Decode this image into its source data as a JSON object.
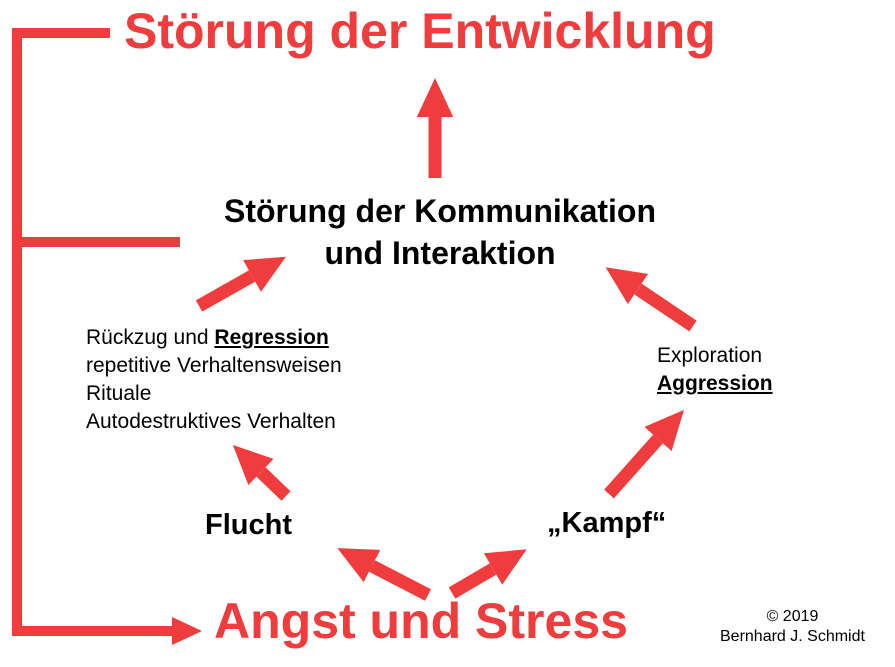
{
  "colors": {
    "accent": "#f03c3c",
    "text": "#000000",
    "background": "#ffffff"
  },
  "title_top": "Störung der Entwicklung",
  "title_bottom": "Angst und Stress",
  "center": {
    "line1": "Störung der Kommunikation",
    "line2": "und Interaktion"
  },
  "nodes": {
    "flucht": "Flucht",
    "kampf": "„Kampf“"
  },
  "left_list": {
    "prefix": "Rückzug und ",
    "bold": "Regression",
    "items": [
      "repetitive Verhaltensweisen",
      "Rituale",
      "Autodestruktives Verhalten"
    ]
  },
  "right_list": {
    "line1": "Exploration",
    "bold": "Aggression"
  },
  "copyright": {
    "line1": "© 2019",
    "line2": "Bernhard J. Schmidt"
  }
}
